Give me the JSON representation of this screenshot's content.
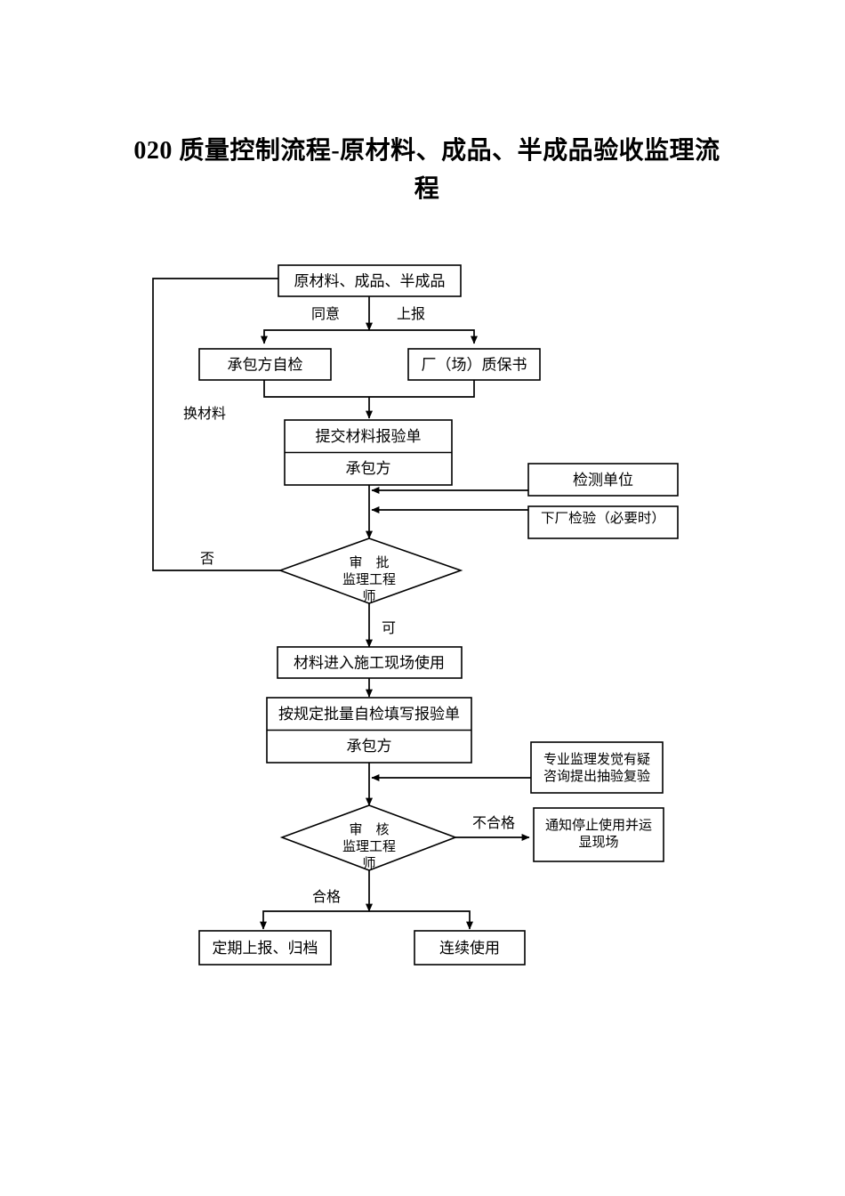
{
  "document": {
    "title": "020 质量控制流程-原材料、成品、半成品验收监理流程"
  },
  "chart_data": {
    "type": "diagram",
    "title": "020 质量控制流程-原材料、成品、半成品验收监理流程",
    "orientation": "top-to-bottom",
    "nodes": [
      {
        "id": "n1",
        "shape": "box",
        "label": "原材料、成品、半成品"
      },
      {
        "id": "n2",
        "shape": "box",
        "label": "承包方自检"
      },
      {
        "id": "n3",
        "shape": "box",
        "label": "厂（场）质保书"
      },
      {
        "id": "n4",
        "shape": "box2row",
        "label": "提交材料报验单",
        "sublabel": "承包方"
      },
      {
        "id": "n5",
        "shape": "box",
        "label": "检测单位"
      },
      {
        "id": "n6",
        "shape": "box",
        "label": "下厂检验（必要时）"
      },
      {
        "id": "n7",
        "shape": "diamond",
        "label": "审　批",
        "label2": "监理工程",
        "label3": "师"
      },
      {
        "id": "n8",
        "shape": "box",
        "label": "材料进入施工现场使用"
      },
      {
        "id": "n9",
        "shape": "box2row",
        "label": "按规定批量自检填写报验单",
        "sublabel": "承包方"
      },
      {
        "id": "n10",
        "shape": "box",
        "label": "专业监理发觉有疑",
        "label2": "咨询提出抽验复验"
      },
      {
        "id": "n11",
        "shape": "diamond",
        "label": "审　核",
        "label2": "监理工程",
        "label3": "师"
      },
      {
        "id": "n12",
        "shape": "box",
        "label": "通知停止使用并运",
        "label2": "显现场"
      },
      {
        "id": "n13",
        "shape": "box",
        "label": "定期上报、归档"
      },
      {
        "id": "n14",
        "shape": "box",
        "label": "连续使用"
      }
    ],
    "edge_labels": [
      {
        "id": "e_agree",
        "text": "同意"
      },
      {
        "id": "e_report",
        "text": "上报"
      },
      {
        "id": "e_change",
        "text": "换材料"
      },
      {
        "id": "e_no",
        "text": "否"
      },
      {
        "id": "e_ok",
        "text": "可"
      },
      {
        "id": "e_unqualified",
        "text": "不合格"
      },
      {
        "id": "e_qualified",
        "text": "合格"
      }
    ],
    "edges": [
      {
        "from": "n1",
        "to": "n2",
        "label": "同意"
      },
      {
        "from": "n1",
        "to": "n3",
        "label": "上报"
      },
      {
        "from": "n2",
        "to": "n4",
        "label": ""
      },
      {
        "from": "n3",
        "to": "n4",
        "label": ""
      },
      {
        "from": "n4",
        "to": "n7",
        "label": ""
      },
      {
        "from": "n5",
        "to": "n4",
        "label": ""
      },
      {
        "from": "n6",
        "to": "n7",
        "label": ""
      },
      {
        "from": "n7",
        "to": "n1",
        "label": "否"
      },
      {
        "from": "n7",
        "to": "n8",
        "label": "可"
      },
      {
        "from": "n8",
        "to": "n9",
        "label": ""
      },
      {
        "from": "n10",
        "to": "n9",
        "label": ""
      },
      {
        "from": "n9",
        "to": "n11",
        "label": ""
      },
      {
        "from": "n11",
        "to": "n12",
        "label": "不合格"
      },
      {
        "from": "n11",
        "to": "n13",
        "label": "合格"
      },
      {
        "from": "n11",
        "to": "n14",
        "label": "合格"
      }
    ]
  }
}
